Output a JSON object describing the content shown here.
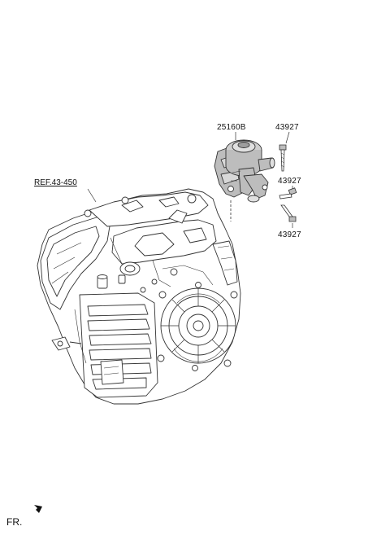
{
  "diagram": {
    "parts": [
      {
        "id": "part-25160b",
        "label": "25160B"
      },
      {
        "id": "part-43927-top",
        "label": "43927"
      },
      {
        "id": "part-43927-mid",
        "label": "43927"
      },
      {
        "id": "part-43927-bottom",
        "label": "43927"
      }
    ],
    "reference": {
      "label": "REF.43-450"
    },
    "orientation": {
      "label": "FR."
    },
    "colors": {
      "line": "#333333",
      "fill": "#ffffff",
      "shade": "#bdbdbd",
      "dark": "#555555"
    }
  }
}
